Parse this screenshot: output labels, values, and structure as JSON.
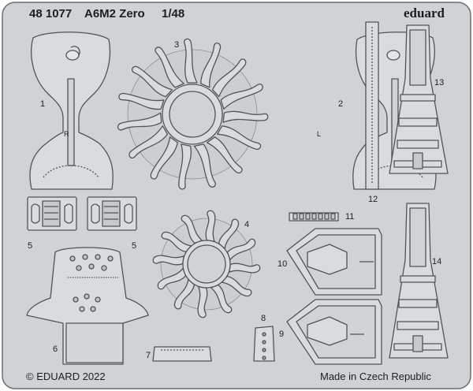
{
  "header": {
    "set_number": "48 1077",
    "model_name": "A6M2 Zero",
    "scale": "1/48",
    "brand": "eduard"
  },
  "parts": {
    "p1": "1",
    "p2": "2",
    "p3": "3",
    "p4": "4",
    "p5a": "5",
    "p5b": "5",
    "p6": "6",
    "p7": "7",
    "p8": "8",
    "p9": "9",
    "p10": "10",
    "p11": "11",
    "p12": "12",
    "p13": "13",
    "p14": "14",
    "letter_right": "R",
    "letter_left": "L"
  },
  "footer": {
    "copyright": "© EDUARD 2022",
    "origin": "Made in Czech Republic"
  },
  "colors": {
    "fret": "#cfd3d6",
    "part_fill": "#d9dcdf",
    "outline": "#505458",
    "text": "#1e1e1e"
  }
}
